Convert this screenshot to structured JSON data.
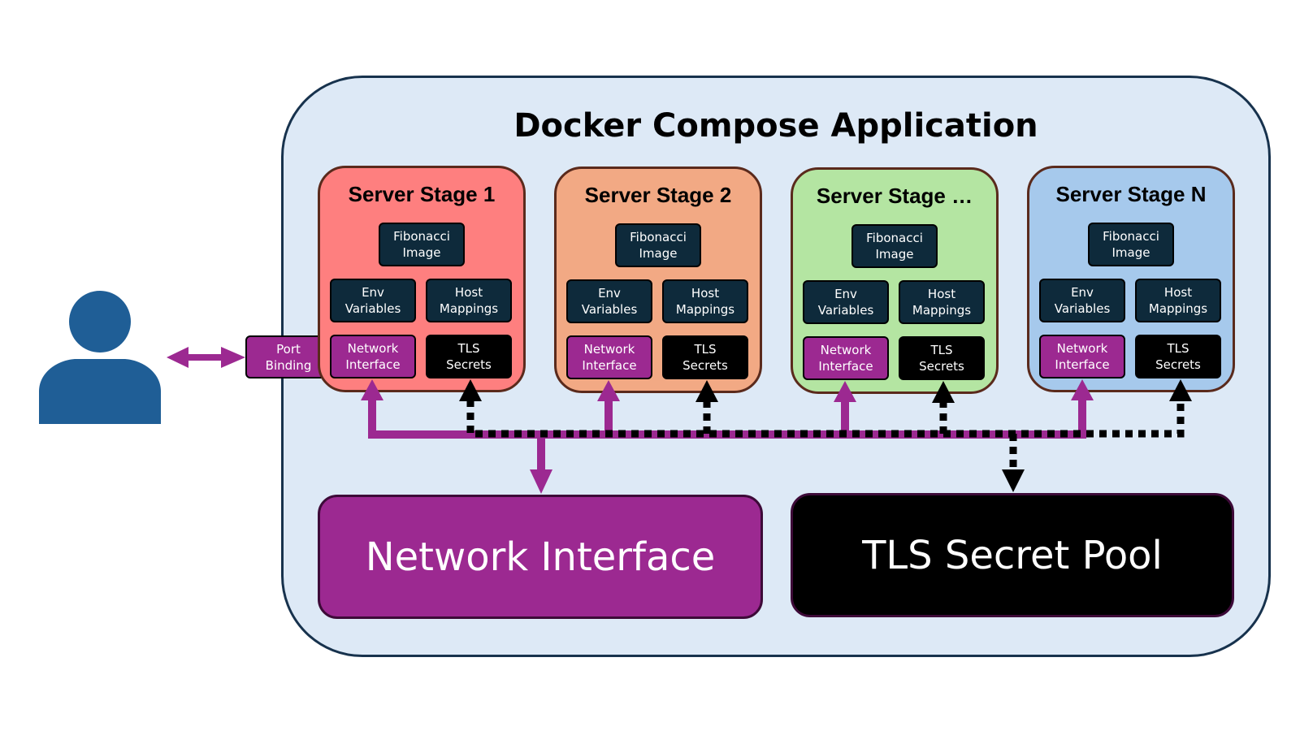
{
  "diagram": {
    "title": "Docker Compose Application",
    "stages": [
      {
        "title": "Server Stage 1",
        "color": "#fe7f7f",
        "image_label": "Fibonacci\nImage",
        "env_label": "Env\nVariables",
        "host_label": "Host\nMappings",
        "network_label": "Network\nInterface",
        "tls_label": "TLS\nSecrets"
      },
      {
        "title": "Server Stage 2",
        "color": "#f2a984",
        "image_label": "Fibonacci\nImage",
        "env_label": "Env\nVariables",
        "host_label": "Host\nMappings",
        "network_label": "Network\nInterface",
        "tls_label": "TLS\nSecrets"
      },
      {
        "title": "Server Stage …",
        "color": "#b4e5a2",
        "image_label": "Fibonacci\nImage",
        "env_label": "Env\nVariables",
        "host_label": "Host\nMappings",
        "network_label": "Network\nInterface",
        "tls_label": "TLS\nSecrets"
      },
      {
        "title": "Server Stage N",
        "color": "#a6c9ec",
        "image_label": "Fibonacci\nImage",
        "env_label": "Env\nVariables",
        "host_label": "Host\nMappings",
        "network_label": "Network\nInterface",
        "tls_label": "TLS\nSecrets"
      }
    ],
    "port_binding_label": "Port\nBinding",
    "network_interface_label": "Network Interface",
    "tls_pool_label": "TLS Secret Pool",
    "colors": {
      "container_fill": "#dde9f6",
      "container_border": "#17324d",
      "network": "#9c2991",
      "tls": "#000000",
      "component": "#0e2a3b",
      "user_icon": "#1f5e96"
    },
    "icons": [
      "user-icon"
    ]
  }
}
